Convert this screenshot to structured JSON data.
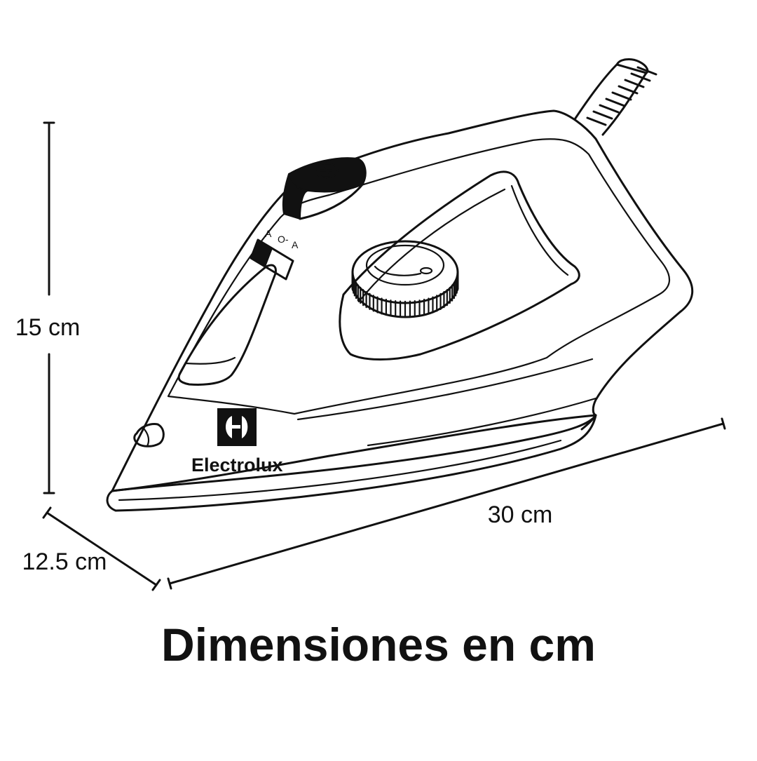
{
  "dimensions": {
    "height": {
      "label": "15 cm"
    },
    "depth": {
      "label": "12.5 cm"
    },
    "length": {
      "label": "30 cm"
    }
  },
  "caption": "Dimensiones en cm",
  "product": {
    "brand": "Electrolux",
    "switch_labels": {
      "left": "A",
      "mid": "O-",
      "right": "A"
    }
  }
}
